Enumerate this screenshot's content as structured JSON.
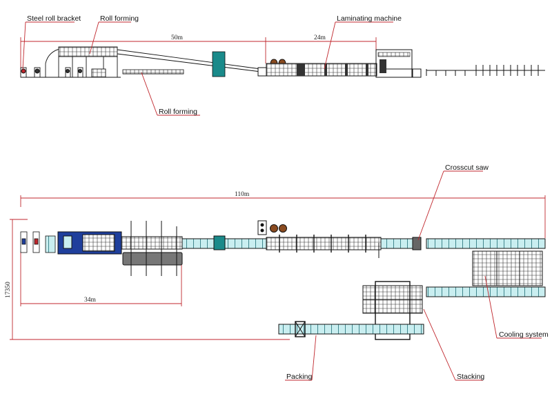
{
  "labels": {
    "steel_roll_bracket": "Steel roll bracket",
    "roll_forming_top": "Roll forming",
    "laminating_machine": "Laminating machine",
    "roll_forming_bottom": "Roll forming",
    "crosscut_saw": "Crosscut saw",
    "cooling_system": "Cooling system",
    "packing": "Packing",
    "stacking": "Stacking"
  },
  "dimensions": {
    "top_50m": "50m",
    "top_24m": "24m",
    "plan_110m": "110m",
    "plan_34m": "34m",
    "plan_width": "17350"
  },
  "colors": {
    "leader": "#c0262c",
    "drawing": "#111111",
    "machine_blue": "#1f3f9c",
    "cabinet_teal": "#1a8a8a",
    "conveyor_fill": "#bfe6ea"
  }
}
